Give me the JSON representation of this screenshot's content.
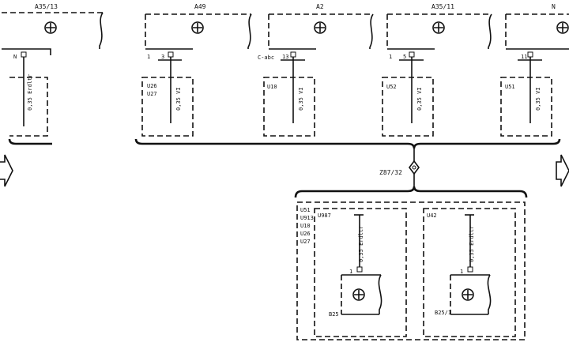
{
  "components": [
    {
      "id": "a35_13",
      "label": "A35/13",
      "pin": "N",
      "wire": "0,35 Erdltr",
      "box": ""
    },
    {
      "id": "a49",
      "label": "A49",
      "pin": "3",
      "pin_left": "1",
      "wire": "0,35 VI",
      "box": "U26\nU27"
    },
    {
      "id": "a2",
      "label": "A2",
      "pin": "13",
      "pin_left": "C-abc",
      "wire": "0,35 VI",
      "box": "U10"
    },
    {
      "id": "a35_11",
      "label": "A35/11",
      "pin": "5",
      "pin_left": "1",
      "wire": "0,35 VI",
      "box": "U52"
    },
    {
      "id": "n_right",
      "label": "N",
      "pin": "11",
      "wire": "0,35 VI",
      "box": "U51"
    }
  ],
  "connector": {
    "label": "Z87/32"
  },
  "lower_group": {
    "list": [
      "U51",
      "U913",
      "U10",
      "U26",
      "U27"
    ],
    "sub_a": {
      "box": "U987",
      "wire": "0,35 Erdltr",
      "pin": "1",
      "device": "B25"
    },
    "sub_b": {
      "box": "U42",
      "wire": "0,35 Erdltr",
      "pin": "1",
      "device": "B25/1"
    }
  }
}
